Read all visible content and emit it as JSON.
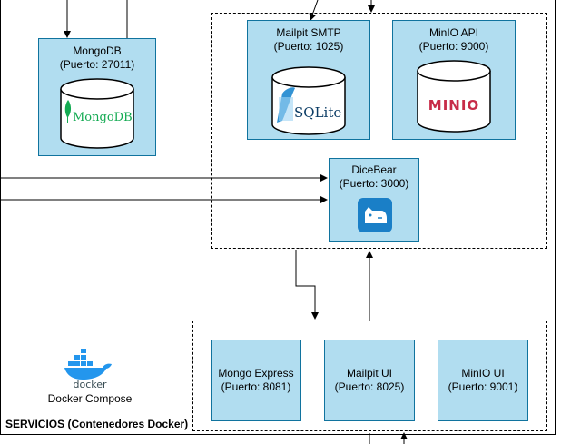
{
  "services": {
    "mongodb": {
      "title": "MongoDB",
      "port": "(Puerto: 27011)",
      "logo_text": "MongoDB"
    },
    "mailpit_smtp": {
      "title": "Mailpit SMTP",
      "port": "(Puerto: 1025)",
      "logo_text": "SQLite"
    },
    "minio_api": {
      "title": "MinIO API",
      "port": "(Puerto: 9000)",
      "logo_text": "MINIO"
    },
    "dicebear": {
      "title": "DiceBear",
      "port": "(Puerto: 3000)"
    },
    "mongo_express": {
      "title": "Mongo Express",
      "port": "(Puerto: 8081)"
    },
    "mailpit_ui": {
      "title": "Mailpit UI",
      "port": "(Puerto: 8025)"
    },
    "minio_ui": {
      "title": "MinIO UI",
      "port": "(Puerto: 9001)"
    }
  },
  "docker": {
    "logo_text": "docker",
    "label": "Docker Compose"
  },
  "container_label": "SERVICIOS (Contenedores Docker)",
  "colors": {
    "box_fill": "#b1ddf0",
    "box_stroke": "#10739e",
    "mongodb_green": "#13aa52",
    "sqlite_blue": "#0f80cc",
    "minio_red": "#c72c48",
    "docker_blue": "#2396ed",
    "dicebear_blue": "#1a7fc7"
  }
}
